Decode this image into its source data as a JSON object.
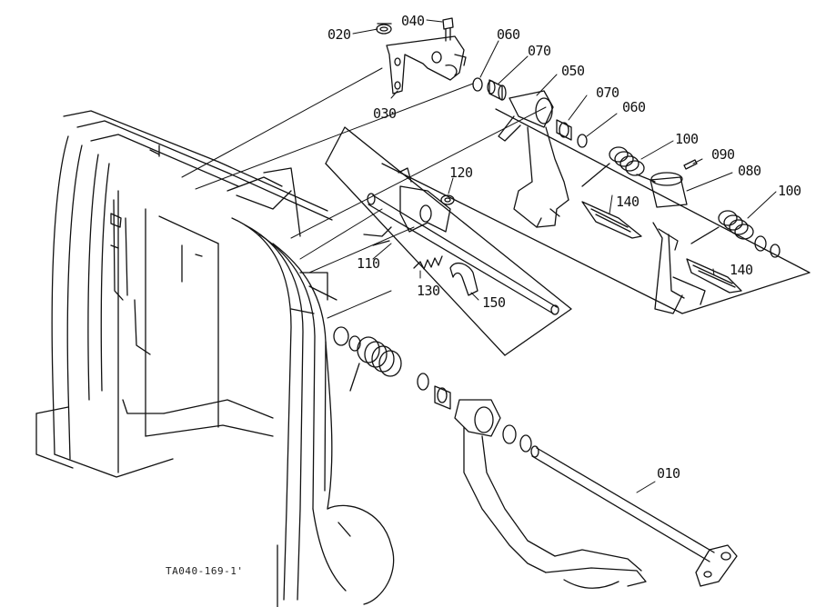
{
  "drawing_code": "TA040-169-1'",
  "callouts": [
    {
      "id": "020",
      "label": "020"
    },
    {
      "id": "040",
      "label": "040"
    },
    {
      "id": "030",
      "label": "030"
    },
    {
      "id": "060a",
      "label": "060"
    },
    {
      "id": "070a",
      "label": "070"
    },
    {
      "id": "050",
      "label": "050"
    },
    {
      "id": "070b",
      "label": "070"
    },
    {
      "id": "060b",
      "label": "060"
    },
    {
      "id": "100a",
      "label": "100"
    },
    {
      "id": "090",
      "label": "090"
    },
    {
      "id": "080",
      "label": "080"
    },
    {
      "id": "100b",
      "label": "100"
    },
    {
      "id": "120",
      "label": "120"
    },
    {
      "id": "110",
      "label": "110"
    },
    {
      "id": "130",
      "label": "130"
    },
    {
      "id": "150",
      "label": "150"
    },
    {
      "id": "140a",
      "label": "140"
    },
    {
      "id": "140b",
      "label": "140"
    },
    {
      "id": "010",
      "label": "010"
    }
  ]
}
